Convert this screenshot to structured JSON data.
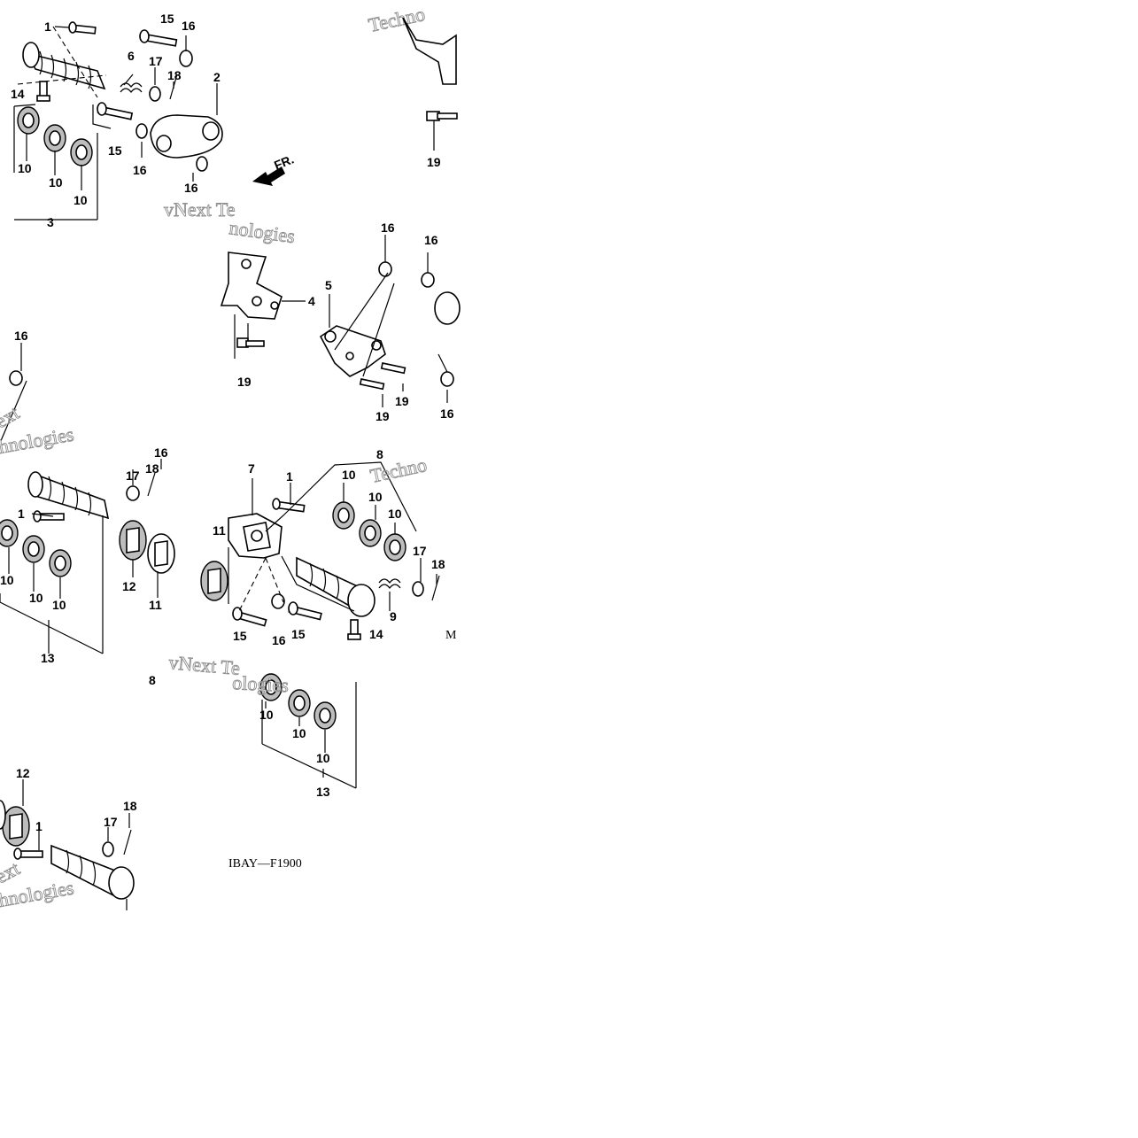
{
  "diagram": {
    "tile_top_left": {
      "callouts": [
        "1",
        "15",
        "16",
        "6",
        "17",
        "18",
        "2",
        "14",
        "15",
        "16",
        "16",
        "10",
        "10",
        "10",
        "3"
      ],
      "direction_arrow": "FR.",
      "watermarks": [
        "vNext Te",
        "Techno",
        "nologies"
      ]
    },
    "tile_top_right": {
      "callouts": [
        "19"
      ]
    },
    "tile_middle": {
      "callouts": [
        "4",
        "19",
        "5",
        "16",
        "16",
        "19",
        "19",
        "16",
        "16"
      ]
    },
    "tile_left_middle": {
      "callouts": [
        "16"
      ],
      "watermarks": [
        "ext",
        "hnologies"
      ]
    },
    "tile_lower_left": {
      "callouts": [
        "16",
        "17",
        "18",
        "1",
        "10",
        "10",
        "10",
        "12",
        "11",
        "13",
        "8"
      ],
      "watermarks": [
        "vNext Te"
      ]
    },
    "tile_lower_right": {
      "callouts": [
        "7",
        "1",
        "10",
        "10",
        "10",
        "11",
        "17",
        "18",
        "9",
        "15",
        "16",
        "15",
        "14",
        "8"
      ],
      "truncated_code": "M",
      "watermarks": [
        "Techno"
      ]
    },
    "tile_bottom_middle": {
      "callouts": [
        "10",
        "10",
        "10",
        "13"
      ],
      "figure_code": "IBAY—F1900",
      "watermarks": [
        "ologies"
      ]
    },
    "tile_bottom_left": {
      "callouts": [
        "12",
        "17",
        "18",
        "1"
      ],
      "watermarks": [
        "ext",
        "hnologies"
      ]
    }
  }
}
